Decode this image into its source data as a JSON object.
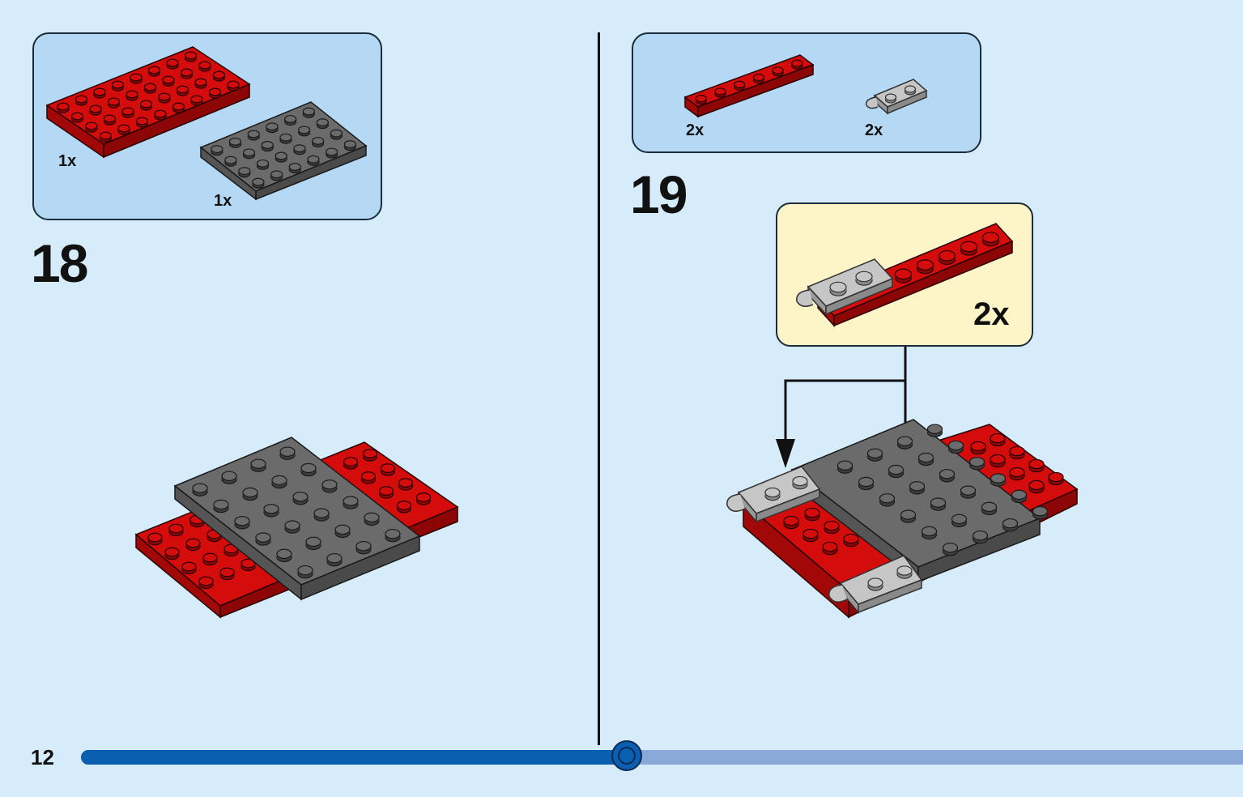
{
  "step18": {
    "number": "18",
    "parts": [
      {
        "name": "red-plate-4x8",
        "qty": "1x"
      },
      {
        "name": "dark-grey-plate-4x6",
        "qty": "1x"
      }
    ]
  },
  "step19": {
    "number": "19",
    "parts": [
      {
        "name": "red-plate-1x6",
        "qty": "2x"
      },
      {
        "name": "light-grey-clip-plate-1x2",
        "qty": "2x"
      }
    ],
    "callout_qty": "2x"
  },
  "footer": {
    "page_number": "12",
    "progress": 0.47
  },
  "colors": {
    "background": "#d6ecfa",
    "parts_box": "#b5d9f5",
    "callout": "#fdf4c8",
    "red": "#d40c0c",
    "dark_grey": "#6b6b6b",
    "light_grey": "#b8b8b8",
    "progress_fill": "#0b5fb0",
    "progress_track": "#8aa8d8"
  }
}
